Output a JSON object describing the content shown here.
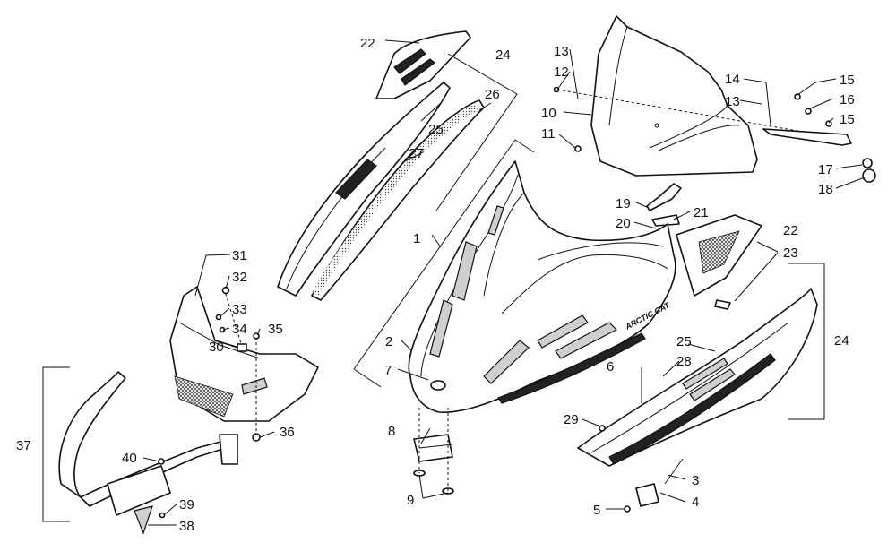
{
  "diagram": {
    "brand_text": "ARCTIC CAT",
    "callouts": {
      "c1": "1",
      "c2": "2",
      "c3": "3",
      "c4": "4",
      "c5": "5",
      "c6": "6",
      "c7": "7",
      "c8": "8",
      "c9": "9",
      "c10": "10",
      "c11": "11",
      "c12": "12",
      "c13a": "13",
      "c13b": "13",
      "c14": "14",
      "c15a": "15",
      "c15b": "15",
      "c16": "16",
      "c17": "17",
      "c18": "18",
      "c19": "19",
      "c20": "20",
      "c21": "21",
      "c22a": "22",
      "c22b": "22",
      "c23": "23",
      "c24a": "24",
      "c24b": "24",
      "c25a": "25",
      "c25b": "25",
      "c26": "26",
      "c27": "27",
      "c28": "28",
      "c29": "29",
      "c30": "30",
      "c31": "31",
      "c32": "32",
      "c33": "33",
      "c34": "34",
      "c35": "35",
      "c36": "36",
      "c37": "37",
      "c38": "38",
      "c39": "39",
      "c40": "40"
    }
  }
}
